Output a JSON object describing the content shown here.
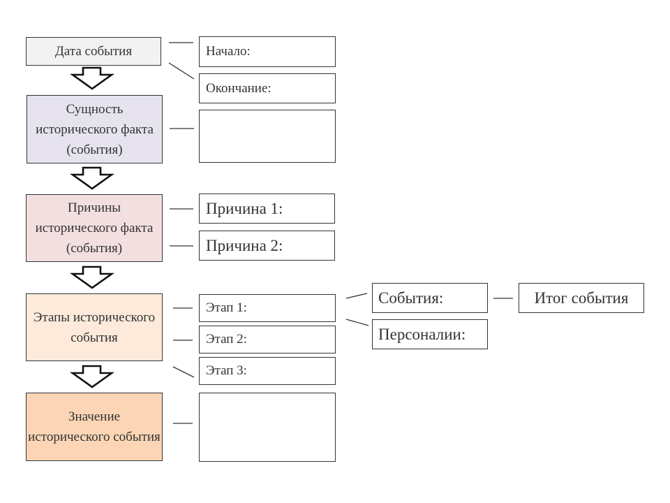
{
  "stages": {
    "date": "Дата события",
    "essence": "Сущность исторического факта (события)",
    "causes": "Причины исторического факта (события)",
    "phases": "Этапы исторического события",
    "significance": "Значение исторического события"
  },
  "fields": {
    "start": "Начало:",
    "end": "Окончание:",
    "essence_answer": "",
    "cause1": "Причина 1:",
    "cause2": "Причина 2:",
    "phase1": "Этап 1:",
    "phase2": "Этап 2:",
    "phase3": "Этап 3:",
    "events": "События:",
    "persons": "Персоналии:",
    "outcome": "Итог события",
    "significance_answer": ""
  },
  "colors": {
    "date": "#f2f2f2",
    "essence": "#e6e3ef",
    "causes": "#f3dfe0",
    "phases": "#fdeadb",
    "significance": "#fbd5b5",
    "border": "#333333"
  }
}
